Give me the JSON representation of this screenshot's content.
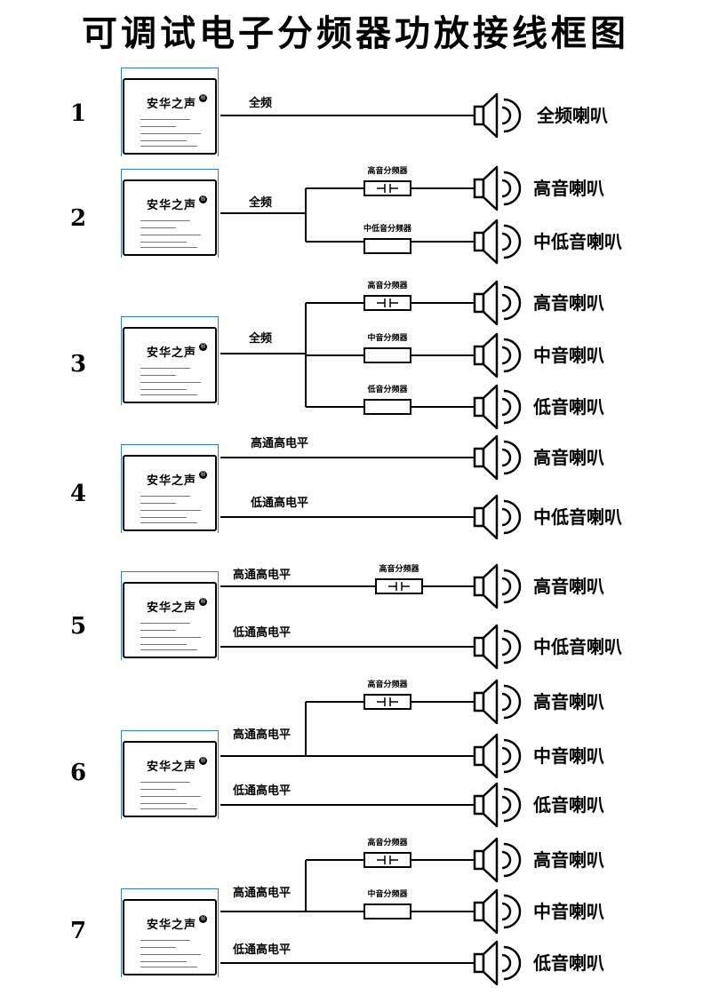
{
  "title": "可调试电子分频器功放接线框图",
  "amp_brand": "安华之声",
  "amp_logo_glyph": "®",
  "diagrams": [
    {
      "number": "1",
      "inputs": [
        "全频"
      ],
      "outputs": [
        {
          "filter": "",
          "speaker": "全频喇叭"
        }
      ]
    },
    {
      "number": "2",
      "inputs": [
        "全频"
      ],
      "outputs": [
        {
          "filter": "高音分频器",
          "speaker": "高音喇叭"
        },
        {
          "filter": "中低音分频器",
          "speaker": "中低音喇叭"
        }
      ]
    },
    {
      "number": "3",
      "inputs": [
        "全频"
      ],
      "outputs": [
        {
          "filter": "高音分频器",
          "speaker": "高音喇叭"
        },
        {
          "filter": "中音分频器",
          "speaker": "中音喇叭"
        },
        {
          "filter": "低音分频器",
          "speaker": "低音喇叭"
        }
      ]
    },
    {
      "number": "4",
      "inputs": [
        "高通高电平",
        "低通高电平"
      ],
      "outputs": [
        {
          "filter": "",
          "speaker": "高音喇叭"
        },
        {
          "filter": "",
          "speaker": "中低音喇叭"
        }
      ]
    },
    {
      "number": "5",
      "inputs": [
        "高通高电平",
        "低通高电平"
      ],
      "outputs": [
        {
          "filter": "高音分频器",
          "speaker": "高音喇叭"
        },
        {
          "filter": "",
          "speaker": "中低音喇叭"
        }
      ]
    },
    {
      "number": "6",
      "inputs": [
        "高通高电平",
        "低通高电平"
      ],
      "outputs": [
        {
          "filter": "高音分频器",
          "speaker": "高音喇叭"
        },
        {
          "filter": "",
          "speaker": "中音喇叭"
        },
        {
          "filter": "",
          "speaker": "低音喇叭"
        }
      ]
    },
    {
      "number": "7",
      "inputs": [
        "高通高电平",
        "低通高电平"
      ],
      "outputs": [
        {
          "filter": "高音分频器",
          "speaker": "高音喇叭"
        },
        {
          "filter": "中音分频器",
          "speaker": "中音喇叭"
        },
        {
          "filter": "",
          "speaker": "低音喇叭"
        }
      ]
    }
  ]
}
